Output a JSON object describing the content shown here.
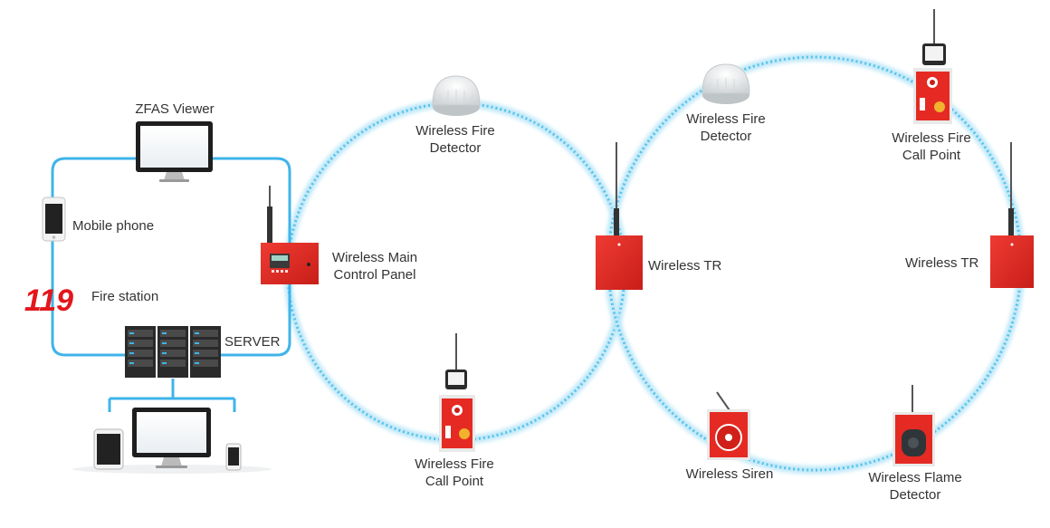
{
  "colors": {
    "ring": "#7fd1f0",
    "ring_core": "#56c2ec",
    "network_line": "#3fb4ea",
    "device_red": "#e52a23",
    "logo_red": "#e3161b",
    "dark": "#2a2a2a",
    "text": "#333333"
  },
  "network": {
    "zfas_viewer": "ZFAS Viewer",
    "mobile_phone": "Mobile phone",
    "fire_station_logo": "119",
    "fire_station": "Fire station",
    "server": "SERVER"
  },
  "panel": {
    "line1": "Wireless Main",
    "line2": "Control Panel"
  },
  "loop1": {
    "fire_detector": {
      "line1": "Wireless Fire",
      "line2": "Detector"
    },
    "call_point": {
      "line1": "Wireless Fire",
      "line2": "Call Point"
    },
    "tr": "Wireless TR"
  },
  "loop2": {
    "fire_detector": {
      "line1": "Wireless Fire",
      "line2": "Detector"
    },
    "call_point": {
      "line1": "Wireless Fire",
      "line2": "Call Point"
    },
    "tr": "Wireless TR",
    "siren": "Wireless Siren",
    "flame_detector": {
      "line1": "Wireless Flame",
      "line2": "Detector"
    }
  }
}
